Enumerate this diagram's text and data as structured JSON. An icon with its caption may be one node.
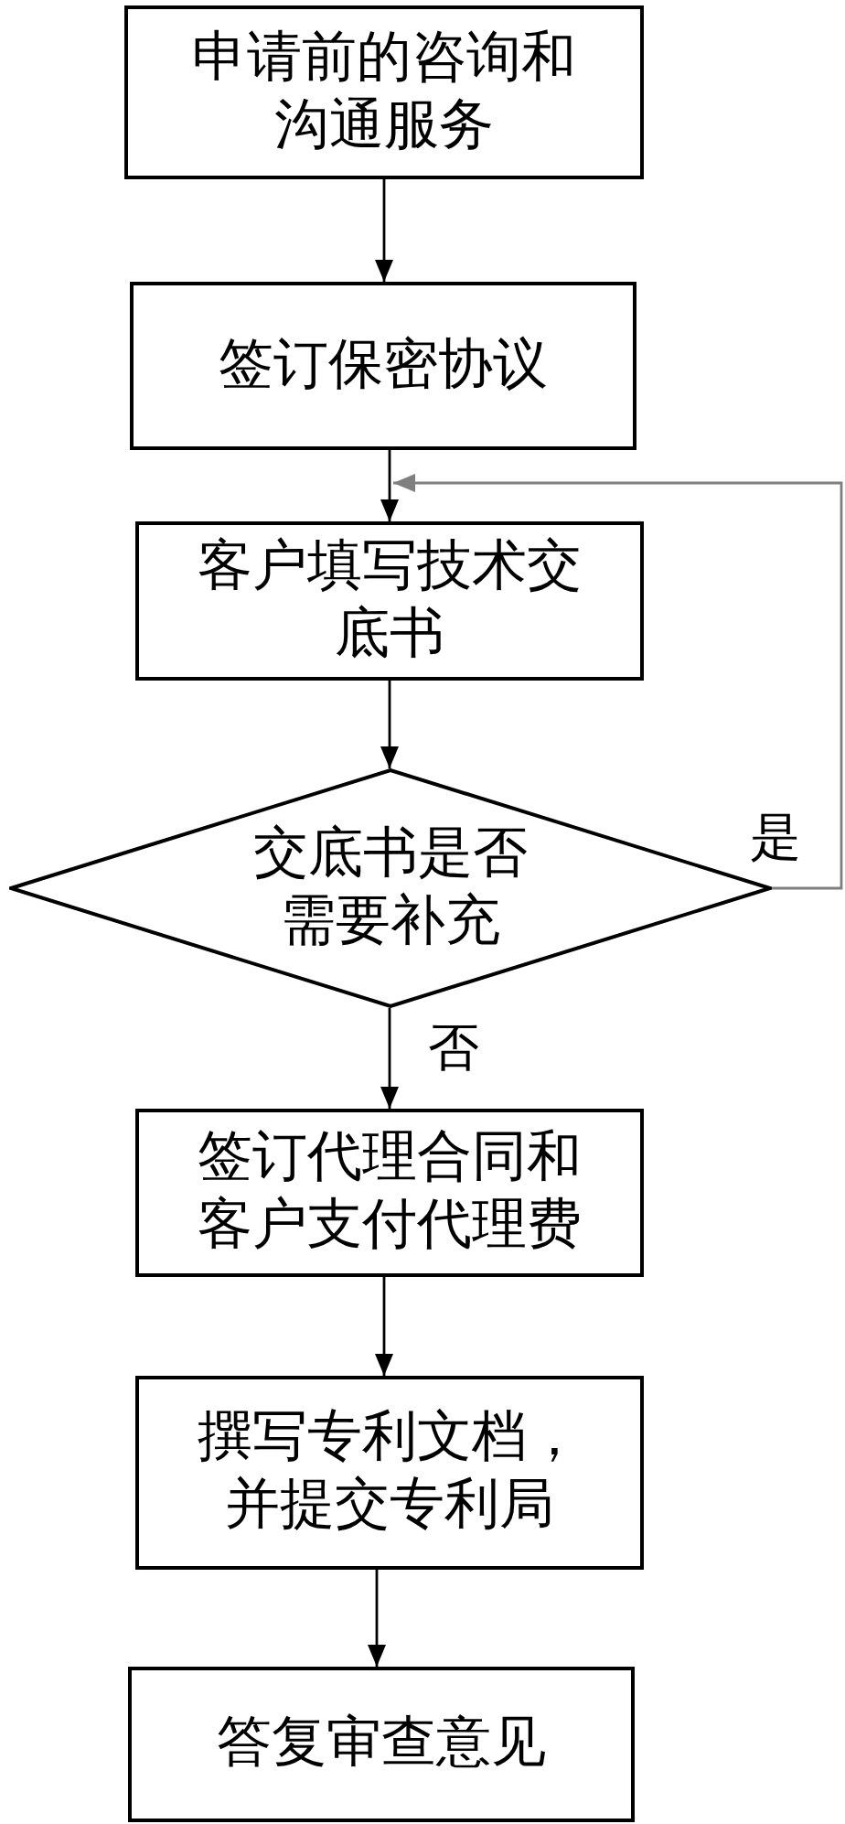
{
  "diagram": {
    "nodes": [
      {
        "text": [
          "申请前的咨询和沟通服务"
        ]
      },
      {
        "text": [
          "签订保密协议"
        ]
      },
      {
        "text": [
          "客户填写技术交底书"
        ]
      },
      {
        "text": [
          "交底书是否需要补充"
        ]
      },
      {
        "text": [
          "签订代理合同和客户支付代理费"
        ]
      },
      {
        "text": [
          "撰写专利文档，并提交专利局"
        ]
      },
      {
        "text": [
          "答复审查意见"
        ]
      }
    ],
    "edges": [
      {
        "from": 0,
        "to": 1,
        "arrow": "to"
      },
      {
        "from": 1,
        "to": 2,
        "arrow": "to"
      },
      {
        "from": 2,
        "to": 3,
        "arrow": "to"
      },
      {
        "from": 3,
        "to": 4,
        "arrow": "to",
        "label": "否"
      },
      {
        "from": 4,
        "to": 5,
        "arrow": "to"
      },
      {
        "from": 5,
        "to": 6,
        "arrow": "to"
      },
      {
        "from": 3,
        "to": 2,
        "arrow": "to",
        "label": "是",
        "color": "#7f7f7f"
      }
    ]
  }
}
